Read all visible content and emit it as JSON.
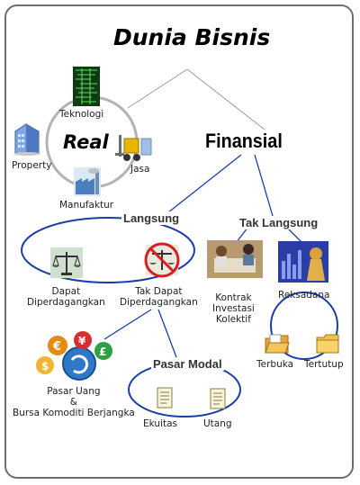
{
  "title": "Dunia Bisnis",
  "real": {
    "label": "Real",
    "items": {
      "teknologi": "Teknologi",
      "property": "Property",
      "jasa": "Jasa",
      "manufaktur": "Manufaktur"
    }
  },
  "finansial": {
    "label": "Finansial",
    "langsung": {
      "label": "Langsung",
      "dapat": [
        "Dapat",
        "Diperdagangkan"
      ],
      "tak_dapat": [
        "Tak Dapat",
        "Diperdagangkan"
      ]
    },
    "tak_langsung": {
      "label": "Tak Langsung",
      "kontrak": [
        "Kontrak",
        "Investasi",
        "Kolektif"
      ],
      "reksadana": "Reksadana",
      "terbuka": "Terbuka",
      "tertutup": "Tertutup"
    }
  },
  "pasar_uang": [
    "Pasar Uang",
    "&",
    "Bursa Komoditi Berjangka"
  ],
  "pasar_modal": {
    "label": "Pasar Modal",
    "ekuitas": "Ekuitas",
    "utang": "Utang"
  },
  "colors": {
    "blue_line": "#1a3ea8",
    "gray_line": "#9a9a9a",
    "frame": "#6e6e6e"
  }
}
